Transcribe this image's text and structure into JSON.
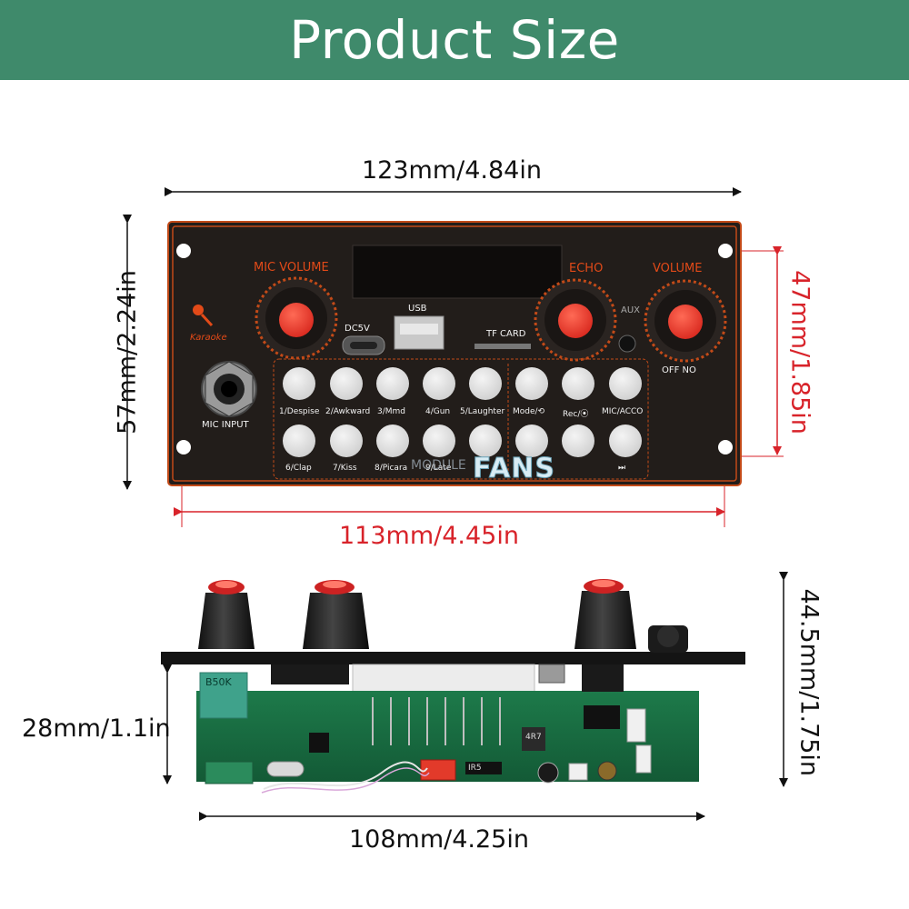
{
  "banner": {
    "title": "Product Size",
    "color": "#3f8a6b"
  },
  "dimensions": {
    "top_width": "123mm/4.84in",
    "top_height": "57mm/2.24in",
    "hole_width": "113mm/4.45in",
    "hole_height": "47mm/1.85in",
    "board_height": "28mm/1.1in",
    "total_height": "44.5mm/1.75in",
    "board_width": "108mm/4.25in"
  },
  "panel": {
    "mic_volume": "MIC VOLUME",
    "echo": "ECHO",
    "volume": "VOLUME",
    "karaoke": "Karaoke",
    "dc5v": "DC5V",
    "usb": "USB",
    "tf_card": "TF CARD",
    "aux": "AUX",
    "off_no": "OFF NO",
    "mic_input": "MIC INPUT",
    "row1_labels": [
      "1/Despise",
      "2/Awkward",
      "3/Mmd",
      "4/Gun",
      "5/Laughter",
      "Mode/⟲",
      "Rec/⦿",
      "MIC/ACCO"
    ],
    "row2_labels": [
      "6/Clap",
      "7/Kiss",
      "8/Picara",
      "9/Late",
      "",
      "",
      "",
      "⏭"
    ]
  },
  "board": {
    "pot_label": "B50K",
    "chip_label": "4R7",
    "rs_label": "IR5"
  },
  "watermark": "FANS",
  "watermark_pre": "MODULE"
}
